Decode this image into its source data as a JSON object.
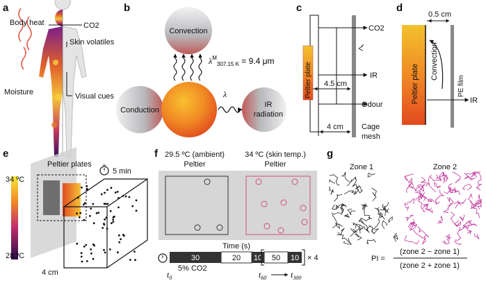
{
  "panels": {
    "a": {
      "letter": "a",
      "labels": [
        "Body heat",
        "CO2",
        "Skin volatiles",
        "Moisture",
        "Visual cues"
      ]
    },
    "b": {
      "letter": "b",
      "convection": "Convection",
      "conduction": "Conduction",
      "ir_radiation": [
        "IR",
        "radiation"
      ],
      "lambda": "λ",
      "lambda_m_sup": "M",
      "lambda_m_sub": "307.15 K",
      "lambda_m_value": " = 9.4 μm"
    },
    "c": {
      "letter": "c",
      "peltier": "Peltier plate",
      "co2": "CO2",
      "ir": "IR",
      "odour": "Odour",
      "dist1": "4.5 cm",
      "dist2": "4 cm",
      "cage": [
        "Cage",
        "mesh"
      ]
    },
    "d": {
      "letter": "d",
      "peltier": "Peltier plate",
      "dist": "0.5 cm",
      "convection": "Convection",
      "pe_film": "PE film",
      "ir": "IR"
    },
    "e": {
      "letter": "e",
      "temp_high": "34 ºC",
      "temp_low": "28 ºC",
      "peltier_plates": "Peltier plates",
      "timer": "5 min",
      "dist": "4 cm"
    },
    "f": {
      "letter": "f",
      "left_title": [
        "29.5 ºC (ambient)",
        "Peltier"
      ],
      "right_title": [
        "34 ºC (skin temp.)",
        "Peltier"
      ],
      "time_label": "Time (s)",
      "segments": [
        "30",
        "20",
        "10",
        "50",
        "10"
      ],
      "repeat": "× 4",
      "co2_label": "5% CO2",
      "t0": "t",
      "t0_sub": "0",
      "t60": "t",
      "t60_sub": "60",
      "t300": "t",
      "t300_sub": "300"
    },
    "g": {
      "letter": "g",
      "zone1": "Zone 1",
      "zone2": "Zone 2",
      "pi": "PI =",
      "numerator": "(zone 2 − zone 1)",
      "denominator": "(zone 2 + zone 1)"
    }
  },
  "colors": {
    "peltier_gradient": [
      "#f2c12e",
      "#f08a24",
      "#e24a1f"
    ],
    "trajectory_zone2": "#c0309a",
    "trajectory_zone1": "#222222",
    "dark_segment": "#333333"
  }
}
